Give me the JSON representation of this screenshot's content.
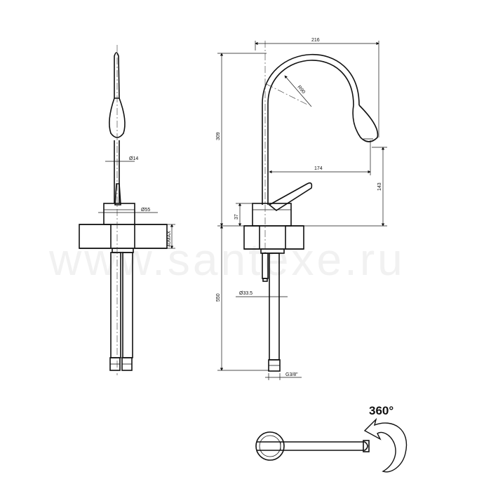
{
  "dimensions": {
    "spout_width": "216",
    "spout_radius": "R90",
    "spout_projection": "174",
    "outlet_height": "143",
    "total_height": "309",
    "base_height": "37",
    "hose_length": "550",
    "stem_diameter": "Ø14",
    "base_diameter": "Ø55",
    "max_deck_thickness": "40MAX",
    "shank_diameter": "Ø33.5",
    "hose_connection": "G3/8\""
  },
  "rotation_label": "360°",
  "watermark": "www.santexe.ru"
}
